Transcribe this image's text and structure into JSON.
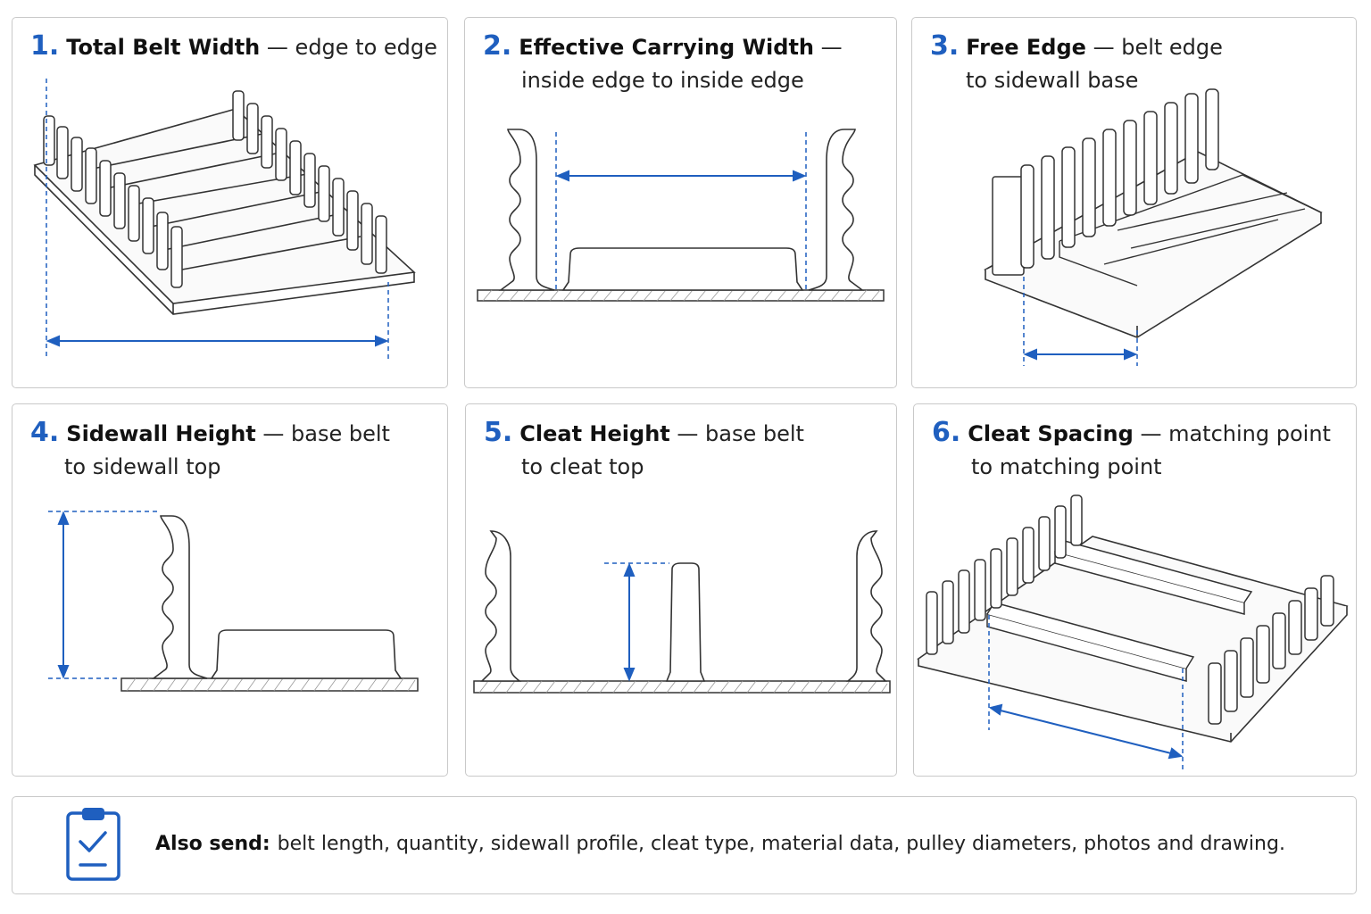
{
  "panels": [
    {
      "num": "1.",
      "title": "Total Belt Width",
      "dash": "—",
      "desc1": "edge to edge",
      "desc2": ""
    },
    {
      "num": "2.",
      "title": "Effective Carrying Width",
      "dash": "—",
      "desc1": "",
      "desc2": "inside edge to inside edge"
    },
    {
      "num": "3.",
      "title": "Free Edge",
      "dash": "—",
      "desc1": "belt edge",
      "desc2": "to sidewall base"
    },
    {
      "num": "4.",
      "title": "Sidewall Height",
      "dash": "—",
      "desc1": "base belt",
      "desc2": "to sidewall top"
    },
    {
      "num": "5.",
      "title": "Cleat Height",
      "dash": "—",
      "desc1": "base belt",
      "desc2": "to cleat top"
    },
    {
      "num": "6.",
      "title": "Cleat Spacing",
      "dash": "—",
      "desc1": "matching point",
      "desc2": "to matching point"
    }
  ],
  "footer": {
    "icon": "clipboard-check-icon",
    "label": "Also send:",
    "text": "belt length, quantity, sidewall profile, cleat type, material data, pulley diameters, photos and drawing."
  },
  "colors": {
    "accent": "#1f5fbf",
    "line": "#333333",
    "border": "#c9c9c9"
  }
}
